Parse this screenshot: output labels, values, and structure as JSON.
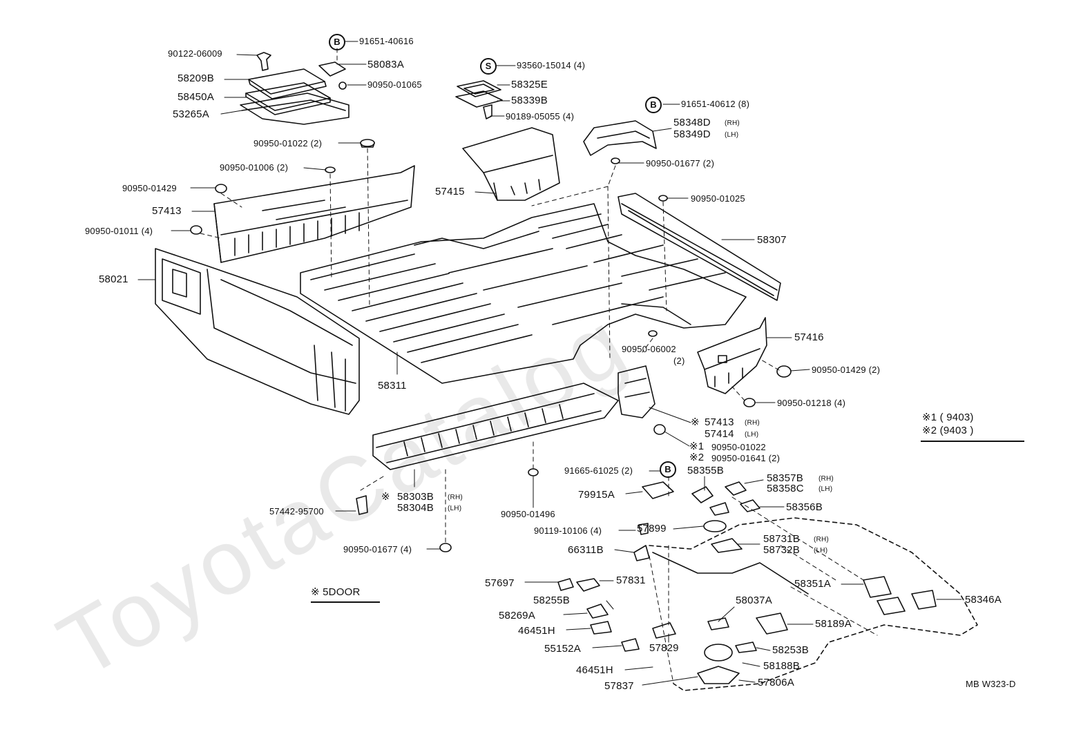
{
  "watermark": "ToyotaCatalog",
  "labels": {
    "p90122": "90122-06009",
    "p58209b": "58209B",
    "p58450a": "58450A",
    "p53265a": "53265A",
    "p91651_40616": "91651-40616",
    "p58083a": "58083A",
    "p90950_01065": "90950-01065",
    "p93560": "93560-15014 (4)",
    "p58325e": "58325E",
    "p58339b": "58339B",
    "p90189": "90189-05055 (4)",
    "p91651_40612": "91651-40612 (8)",
    "p58348d": "58348D",
    "p58349d": "58349D",
    "p90950_01022_2": "90950-01022 (2)",
    "p90950_01006": "90950-01006 (2)",
    "p90950_01429": "90950-01429",
    "p57413": "57413",
    "p90950_01011": "90950-01011 (4)",
    "p58021": "58021",
    "p57415": "57415",
    "p90950_01677_2": "90950-01677 (2)",
    "p90950_01025": "90950-01025",
    "p58307": "58307",
    "p58311": "58311",
    "p90950_06002": "90950-06002",
    "p90950_06002_qty": "(2)",
    "p57416": "57416",
    "p90950_01429_2": "90950-01429 (2)",
    "p90950_01218": "90950-01218 (4)",
    "p57413_rh": "57413",
    "p57414_lh": "57414",
    "p90950_01022_n1": "90950-01022",
    "p90950_01641": "90950-01641 (2)",
    "n1_mark": "※1",
    "n2_mark": "※2",
    "p57442": "57442-95700",
    "p58303b": "58303B",
    "p58304b": "58304B",
    "p90950_01677_4": "90950-01677 (4)",
    "p90950_01496": "90950-01496",
    "p91665": "91665-61025 (2)",
    "p79915a": "79915A",
    "p90119": "90119-10106 (4)",
    "p66311b": "66311B",
    "p58355b": "58355B",
    "p58357b": "58357B",
    "p58358c": "58358C",
    "p58356b": "58356B",
    "p57899": "57899",
    "p58731b": "58731B",
    "p58732b": "58732B",
    "p57697": "57697",
    "p57831": "57831",
    "p58255b": "58255B",
    "p58269a": "58269A",
    "p46451h_a": "46451H",
    "p55152a": "55152A",
    "p46451h_b": "46451H",
    "p57837": "57837",
    "p57829": "57829",
    "p58037a": "58037A",
    "p58351a": "58351A",
    "p58346a": "58346A",
    "p58189a": "58189A",
    "p58253b": "58253B",
    "p58188b": "58188B",
    "p57806a": "57806A",
    "door_note": "※ 5DOOR",
    "star": "※",
    "rh": "(RH)",
    "lh": "(LH)",
    "legend1": "※1 (          9403)",
    "legend2": "※2 (9403          )",
    "code": "MB  W323-D",
    "b": "B",
    "s": "S"
  }
}
